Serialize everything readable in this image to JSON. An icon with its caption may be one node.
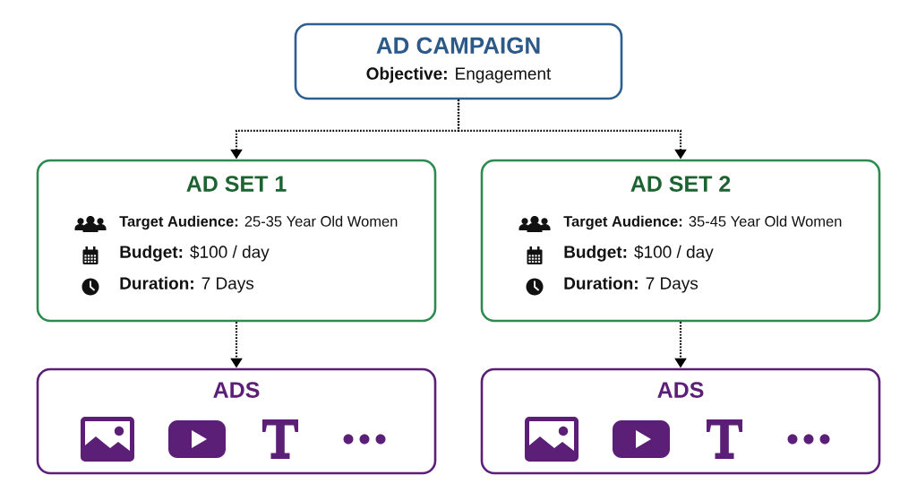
{
  "diagram": {
    "nodes": [
      {
        "text": [
          "AD CAMPAIGN",
          "**Objective:** Engagement"
        ]
      },
      {
        "text": [
          "AD SET 1",
          "**Target Audience:** 25-35 Year Old Women",
          "**Budget:** $100 / day",
          "**Duration:** 7 Days"
        ]
      },
      {
        "text": [
          "AD SET 2",
          "**Target Audience:** 35-45 Year Old Women",
          "**Budget:** $100 / day",
          "**Duration:** 7 Days"
        ]
      },
      {
        "text": [
          "ADS"
        ]
      },
      {
        "text": [
          "ADS"
        ]
      }
    ],
    "edges": [
      {
        "from": 0,
        "to": 1,
        "arrow": "to",
        "style": "dashed"
      },
      {
        "from": 0,
        "to": 2,
        "arrow": "to",
        "style": "dashed"
      },
      {
        "from": 1,
        "to": 3,
        "arrow": "to",
        "style": "dashed"
      },
      {
        "from": 2,
        "to": 4,
        "arrow": "to",
        "style": "dashed"
      }
    ]
  }
}
